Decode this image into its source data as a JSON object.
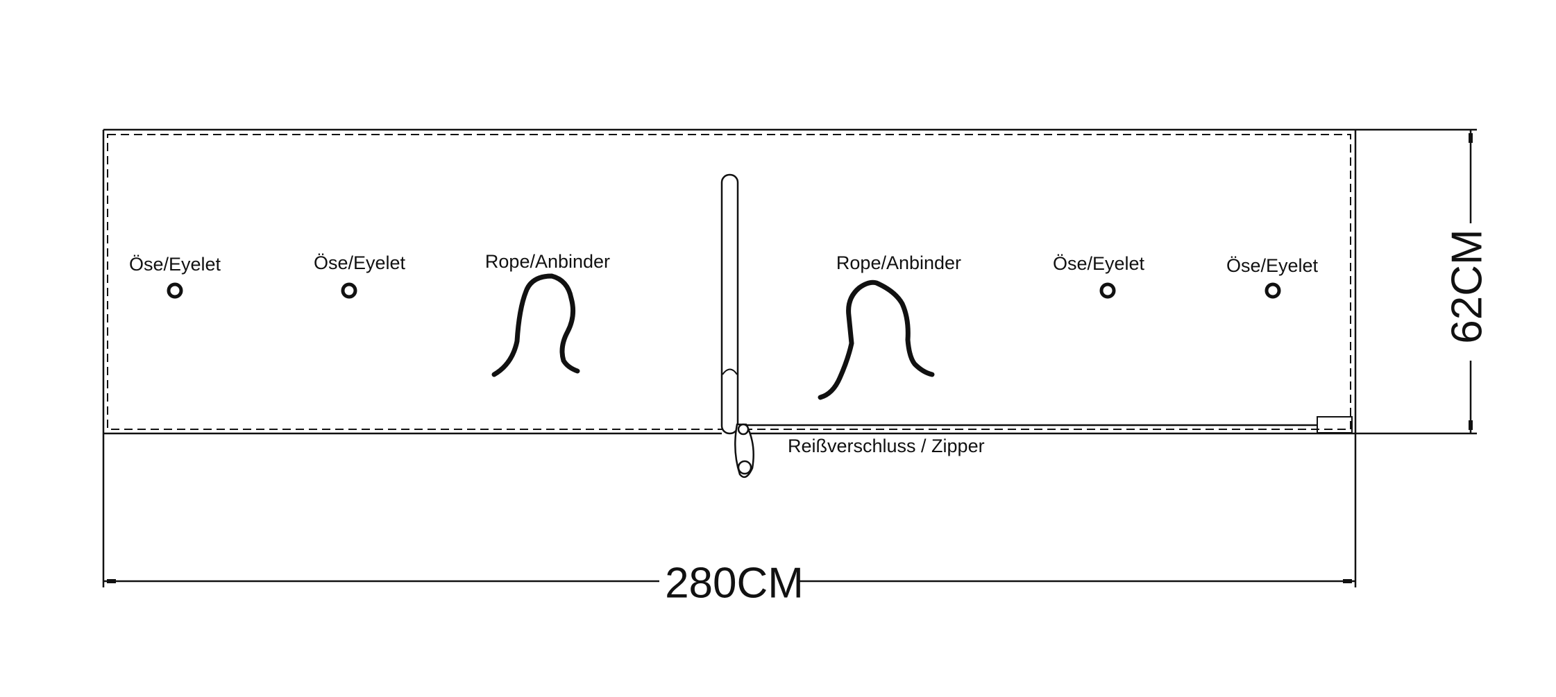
{
  "labels": {
    "eyelet_1": "Öse/Eyelet",
    "eyelet_2": "Öse/Eyelet",
    "rope_left": "Rope/Anbinder",
    "rope_right": "Rope/Anbinder",
    "eyelet_3": "Öse/Eyelet",
    "eyelet_4": "Öse/Eyelet",
    "zipper": "Reißverschluss / Zipper"
  },
  "dimensions": {
    "width": "280CM",
    "height": "62CM"
  },
  "colors": {
    "line": "#111111",
    "background": "#ffffff"
  }
}
